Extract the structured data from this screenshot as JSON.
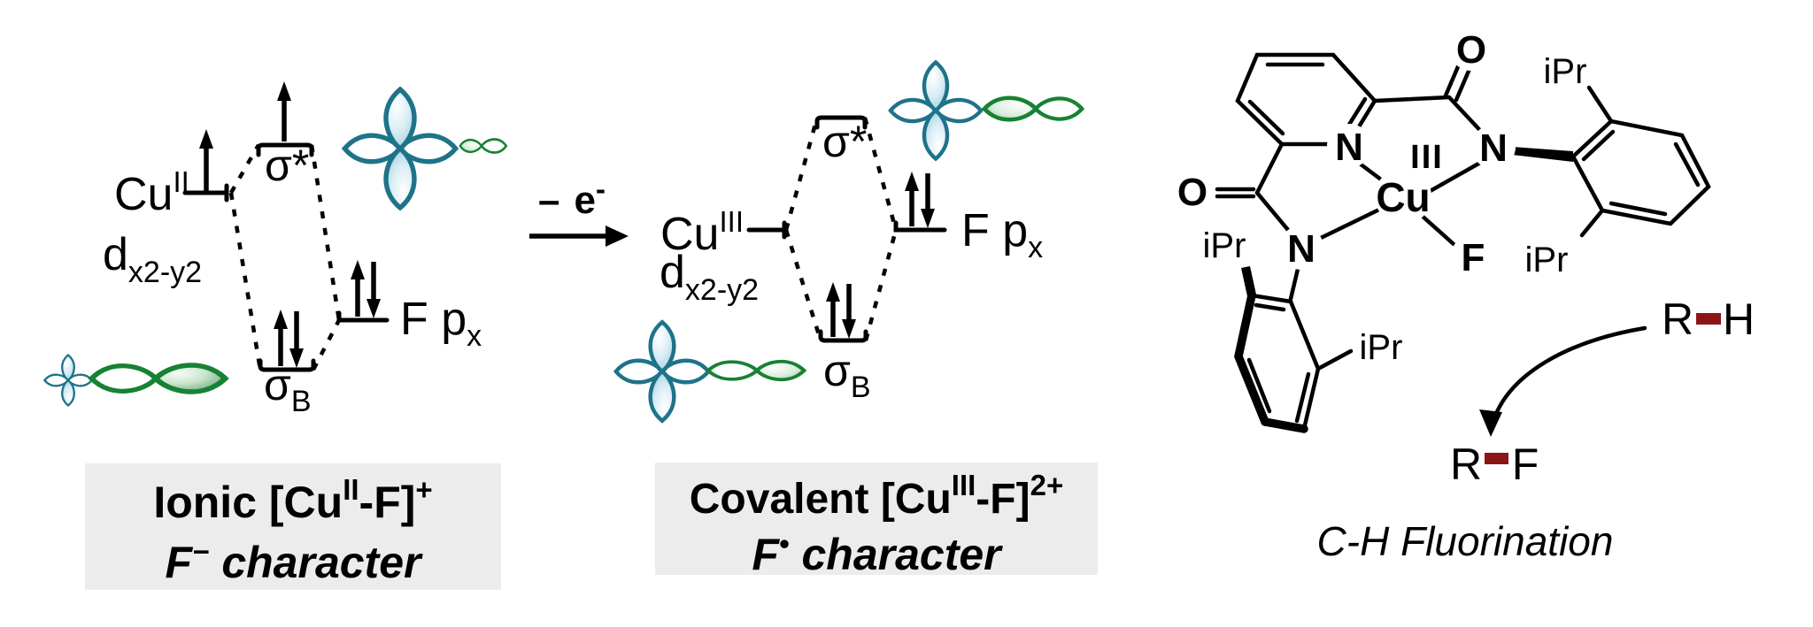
{
  "left_diagram": {
    "metal": "Cu",
    "metal_oxidation": "II",
    "d_label": "d",
    "d_sub": "x2-y2",
    "sigma_star": "σ*",
    "sigma_b": "σ",
    "sigma_b_sub": "B",
    "f_orbital": "F p",
    "f_orbital_sub": "x"
  },
  "electron_transfer": {
    "minus": "–",
    "e": "e",
    "sup": "-"
  },
  "right_diagram": {
    "metal": "Cu",
    "metal_oxidation": "III",
    "d_label": "d",
    "d_sub": "x2-y2",
    "sigma_star": "σ*",
    "sigma_b": "σ",
    "sigma_b_sub": "B",
    "f_orbital": "F p",
    "f_orbital_sub": "x"
  },
  "left_caption": {
    "line1_a": "Ionic [Cu",
    "line1_sup1": "II",
    "line1_b": "-F]",
    "line1_sup2": "+",
    "line2_a": "F",
    "line2_sup": "−",
    "line2_b": "character",
    "color": "#941414",
    "bg": "#ececec"
  },
  "right_caption": {
    "line1_a": "Covalent [Cu",
    "line1_sup1": "III",
    "line1_b": "-F]",
    "line1_sup2": "2+",
    "line2_a": "F",
    "line2_sup": "•",
    "line2_b": "character",
    "color": "#1b4f8e",
    "bg": "#ececec"
  },
  "structure": {
    "copper": "Cu",
    "oxidation": "III",
    "nitrogen": "N",
    "oxygen": "O",
    "fluoride": "F",
    "isopropyl": "iPr",
    "colors": {
      "nitrogen": "#2b2bf5",
      "oxygen": "#ee1111",
      "fluoride": "#582c8e"
    }
  },
  "reaction": {
    "r": "R",
    "h": "H",
    "f": "F",
    "bond_color": "#8b1515",
    "caption": "C-H Fluorination"
  }
}
